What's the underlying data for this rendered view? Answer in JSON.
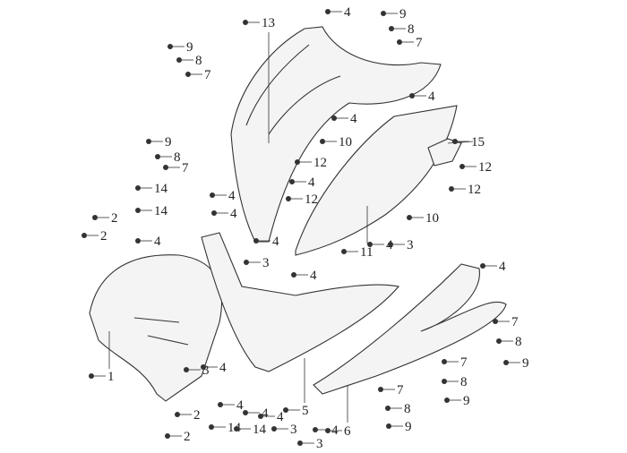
{
  "diagram": {
    "title": "Front cowling exploded parts view"
  },
  "callouts": [
    "4",
    "9",
    "8",
    "7",
    "13",
    "9",
    "8",
    "7",
    "4",
    "4",
    "9",
    "10",
    "15",
    "8",
    "7",
    "12",
    "12",
    "4",
    "14",
    "4",
    "12",
    "12",
    "14",
    "4",
    "2",
    "2",
    "4",
    "4",
    "11",
    "4",
    "3",
    "10",
    "4",
    "3",
    "4",
    "1",
    "3",
    "4",
    "7",
    "8",
    "7",
    "9",
    "8",
    "7",
    "9",
    "8",
    "9",
    "2",
    "2",
    "4",
    "14",
    "4",
    "14",
    "4",
    "3",
    "5",
    "3",
    "4",
    "6"
  ]
}
